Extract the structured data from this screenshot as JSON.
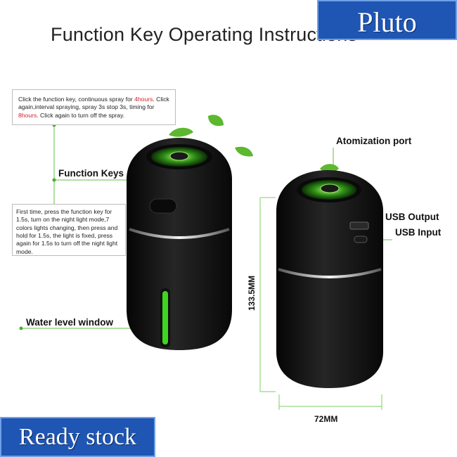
{
  "title": "Function Key Operating Instructions",
  "brand": "Pluto",
  "stock_badge": "Ready stock",
  "note_top": {
    "part1": "Click the function key, continuous spray for ",
    "hl1": "4hours",
    "part2": ". Click again,interval spraying, spray 3s stop 3s, timing for ",
    "hl2": "8hours",
    "part3": ". Click again to turn off the spray."
  },
  "note_bottom": "First time, press the function key for 1.5s, turn on the night light mode,7 colors lights changing, then press and hold for 1.5s, the light is fixed, press again for 1.5s to turn off the night light mode.",
  "labels": {
    "function_keys": "Function Keys",
    "water_level": "Water level window",
    "atomization": "Atomization port",
    "usb_output": "USB Output",
    "usb_input": "USB Input"
  },
  "dimensions": {
    "height": "133.5MM",
    "width": "72MM"
  },
  "colors": {
    "accent": "#4caf2a",
    "brand_bg": "#1f56b4",
    "highlight": "#d4202a",
    "body": "#141414"
  }
}
